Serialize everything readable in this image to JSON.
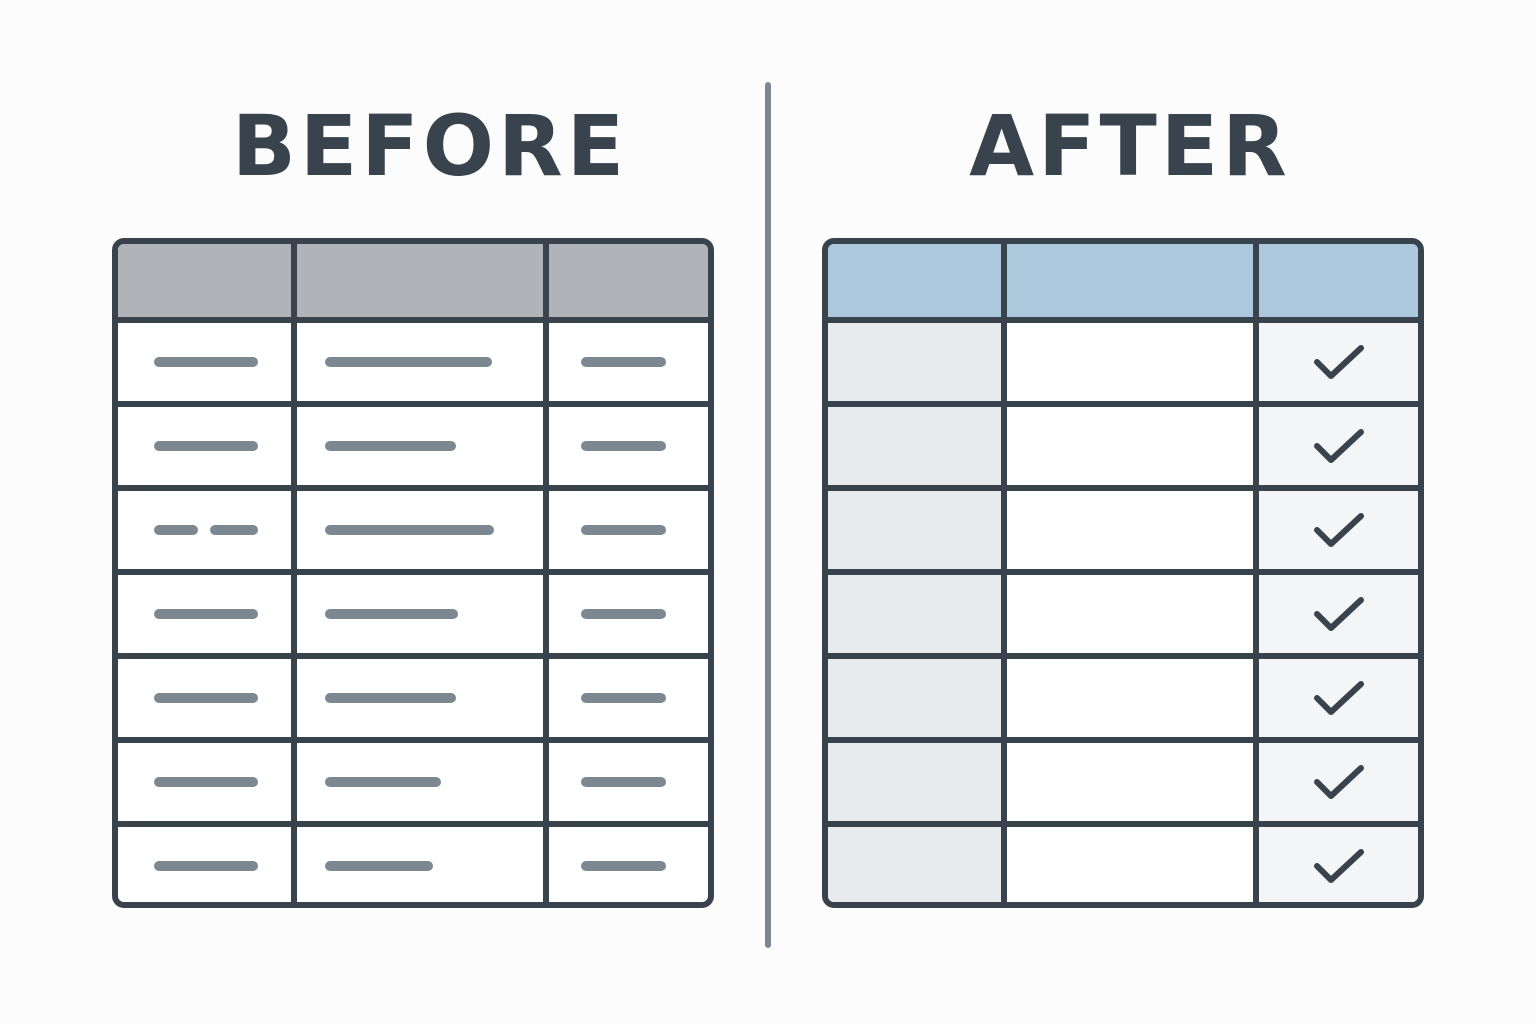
{
  "before": {
    "title": "BEFORE",
    "header_color": "#b0b4b8",
    "rows": [
      {
        "col1": [
          1.0
        ],
        "col2": [
          0.82
        ],
        "col3": [
          0.82
        ]
      },
      {
        "col1": [
          1.0
        ],
        "col2": [
          0.64
        ],
        "col3": [
          0.82
        ]
      },
      {
        "col1": [
          0.42,
          0.46
        ],
        "col2": [
          0.83
        ],
        "col3": [
          0.82
        ]
      },
      {
        "col1": [
          1.0
        ],
        "col2": [
          0.65
        ],
        "col3": [
          0.82
        ]
      },
      {
        "col1": [
          1.0
        ],
        "col2": [
          0.64
        ],
        "col3": [
          0.82
        ]
      },
      {
        "col1": [
          1.0
        ],
        "col2": [
          0.57
        ],
        "col3": [
          0.82
        ]
      },
      {
        "col1": [
          1.0
        ],
        "col2": [
          0.53
        ],
        "col3": [
          0.82
        ]
      }
    ]
  },
  "after": {
    "title": "AFTER",
    "header_color": "#abc8dd",
    "first_col_color": "#e7ebee",
    "last_col_color": "#f4f5f6",
    "checks": [
      true,
      true,
      true,
      true,
      true,
      true,
      true
    ]
  },
  "colors": {
    "line": "#39434e",
    "text_bar": "#7b8791",
    "divider": "#7b8791"
  }
}
